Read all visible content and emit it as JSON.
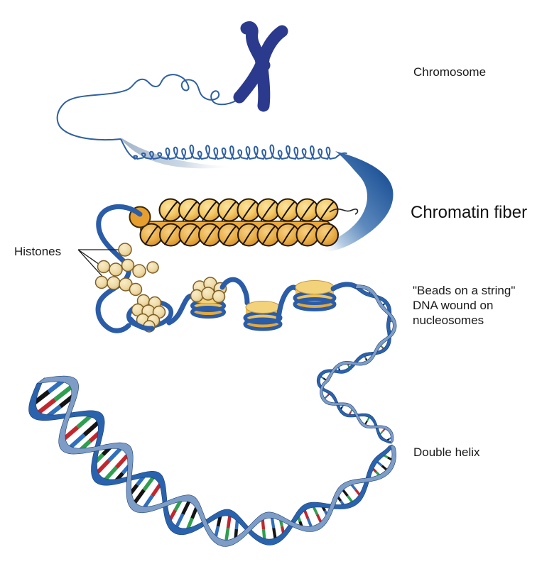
{
  "title": "DNA packaging levels diagram",
  "labels": {
    "chromosome": "Chromosome",
    "chromatin_fiber": "Chromatin fiber",
    "beads_line1": "\"Beads on a string\"",
    "beads_line2": "DNA wound on",
    "beads_line3": "nucleosomes",
    "double_helix": "Double helix",
    "histones": "Histones"
  },
  "colors": {
    "chromosome_blue": "#2b3a8c",
    "dna_strand_blue": "#2a5ca8",
    "loop_line_blue": "#2e5fa3",
    "swoosh_blue": "#1f5498",
    "bead_gold": "#eeb952",
    "bead_gold_dark": "#d9952a",
    "bead_outline": "#231708",
    "slab_orange": "#eaa93c",
    "histone_fill": "#eed9a4",
    "histone_outline": "#7d5f28",
    "helix_strand_front": "#2a63ad",
    "helix_strand_back": "#7d9dc6",
    "helix_edge": "#1c3f76",
    "label_text": "#1a1a1a",
    "helix_rung_pairs": [
      [
        "#2e9e4f",
        "#c1272d"
      ],
      [
        "#141414",
        "#2f6fbd"
      ],
      [
        "#c1272d",
        "#2e9e4f"
      ],
      [
        "#2f6fbd",
        "#141414"
      ],
      [
        "#2e9e4f",
        "#141414"
      ],
      [
        "#c1272d",
        "#2f6fbd"
      ]
    ]
  }
}
